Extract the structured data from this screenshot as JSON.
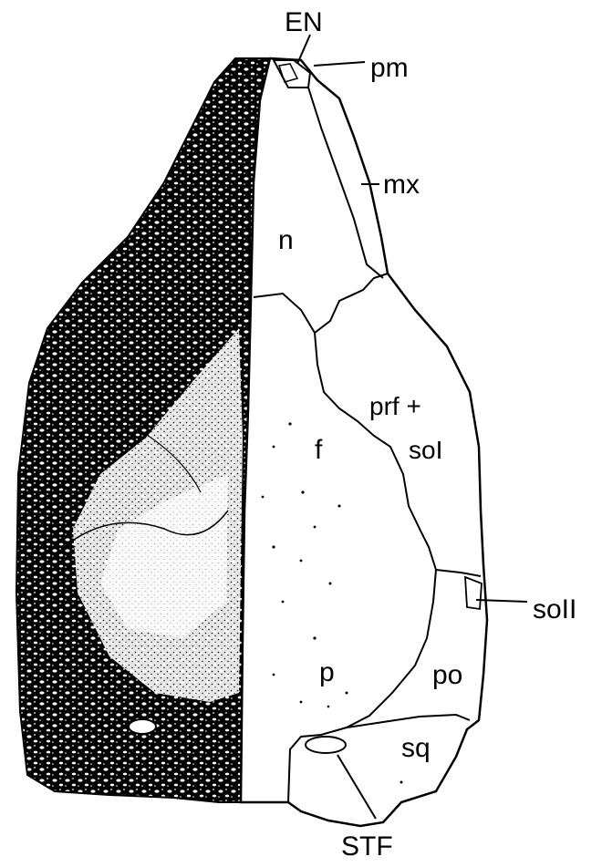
{
  "labels": {
    "en": "EN",
    "pm": "pm",
    "mx": "mx",
    "n": "n",
    "prf_so1_line1": "prf +",
    "prf_so1_line2": "soI",
    "f": "f",
    "so2": "soII",
    "p": "p",
    "po": "po",
    "sq": "sq",
    "stf": "STF"
  },
  "colors": {
    "ink": "#000000",
    "paper": "#ffffff"
  }
}
